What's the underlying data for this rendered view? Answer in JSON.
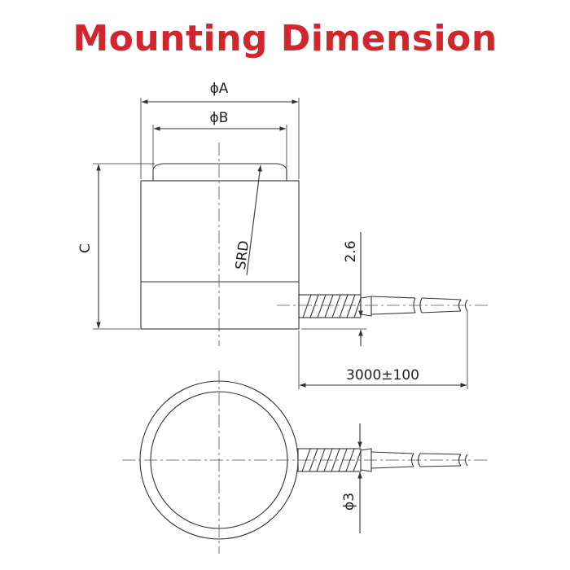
{
  "title": "Mounting Dimension",
  "colors": {
    "title": "#d0262e",
    "line": "#333333",
    "centerline": "#555555"
  },
  "dimensions": {
    "dia_a": "ϕA",
    "dia_b": "ϕB",
    "height_c": "C",
    "sphere_radius": "SRD",
    "cable_offset": "2.6",
    "cable_length": "3000±100",
    "cable_diameter": "ϕ3"
  }
}
